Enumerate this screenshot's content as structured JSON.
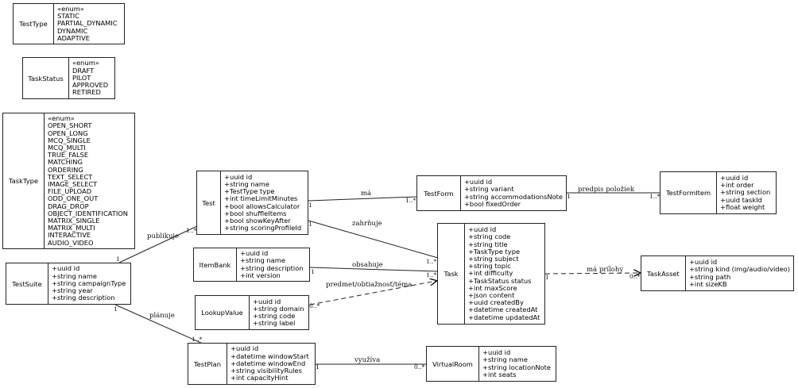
{
  "classes": {
    "TestType": {
      "name": "TestType",
      "attrs": [
        "«enum»",
        "STATIC",
        "PARTIAL_DYNAMIC",
        "DYNAMIC",
        "ADAPTIVE"
      ]
    },
    "TaskStatus": {
      "name": "TaskStatus",
      "attrs": [
        "«enum»",
        "DRAFT",
        "PILOT",
        "APPROVED",
        "RETIRED"
      ]
    },
    "TaskType": {
      "name": "TaskType",
      "attrs": [
        "«enum»",
        "OPEN_SHORT",
        "OPEN_LONG",
        "MCQ_SINGLE",
        "MCQ_MULTI",
        "TRUE_FALSE",
        "MATCHING",
        "ORDERING",
        "TEXT_SELECT",
        "IMAGE_SELECT",
        "FILE_UPLOAD",
        "ODD_ONE_OUT",
        "DRAG_DROP",
        "OBJECT_IDENTIFICATION",
        "MATRIX_SINGLE",
        "MATRIX_MULTI",
        "INTERACTIVE",
        "AUDIO_VIDEO"
      ]
    },
    "TestSuite": {
      "name": "TestSuite",
      "attrs": [
        "+uuid id",
        "+string name",
        "+string campaignType",
        "+string year",
        "+string description"
      ]
    },
    "Test": {
      "name": "Test",
      "attrs": [
        "+uuid id",
        "+string name",
        "+TestType type",
        "+int timeLimitMinutes",
        "+bool allowsCalculator",
        "+bool shuffleItems",
        "+bool showKeyAfter",
        "+string scoringProfileId"
      ]
    },
    "ItemBank": {
      "name": "ItemBank",
      "attrs": [
        "+uuid id",
        "+string name",
        "+string description",
        "+int version"
      ]
    },
    "LookupValue": {
      "name": "LookupValue",
      "attrs": [
        "+uuid id",
        "+string domain",
        "+string code",
        "+string label"
      ]
    },
    "TestPlan": {
      "name": "TestPlan",
      "attrs": [
        "+uuid id",
        "+datetime windowStart",
        "+datetime windowEnd",
        "+string visibilityRules",
        "+int capacityHint"
      ]
    },
    "VirtualRoom": {
      "name": "VirtualRoom",
      "attrs": [
        "+uuid id",
        "+string name",
        "+string locationNote",
        "+int seats"
      ]
    },
    "TestForm": {
      "name": "TestForm",
      "attrs": [
        "+uuid id",
        "+string variant",
        "+string accommodationsNote",
        "+bool fixedOrder"
      ]
    },
    "Task": {
      "name": "Task",
      "attrs": [
        "+uuid id",
        "+string code",
        "+string title",
        "+TaskType type",
        "+string subject",
        "+string topic",
        "+int difficulty",
        "+TaskStatus status",
        "+int maxScore",
        "+json content",
        "+uuid createdBy",
        "+datetime createdAt",
        "+datetime updatedAt"
      ]
    },
    "TestFormItem": {
      "name": "TestFormItem",
      "attrs": [
        "+uuid id",
        "+int order",
        "+string section",
        "+uuid taskId",
        "+float weight"
      ]
    },
    "TaskAsset": {
      "name": "TaskAsset",
      "attrs": [
        "+uuid id",
        "+string kind (img/audio/video)",
        "+string path",
        "+int sizeKB"
      ]
    }
  },
  "relations": [
    {
      "id": "publikuje",
      "from": "TestSuite",
      "to": "Test",
      "label": "publikuje",
      "from_mult": "1",
      "to_mult": "1..*",
      "style": "solid"
    },
    {
      "id": "planuje",
      "from": "TestSuite",
      "to": "TestPlan",
      "label": "plánuje",
      "from_mult": "1",
      "to_mult": "1..*",
      "style": "solid"
    },
    {
      "id": "ma",
      "from": "Test",
      "to": "TestForm",
      "label": "má",
      "from_mult": "1",
      "to_mult": "1..*",
      "style": "solid"
    },
    {
      "id": "zahrnuje",
      "from": "Test",
      "to": "Task",
      "label": "zahrňuje",
      "from_mult": "1",
      "to_mult": "1..*",
      "style": "solid"
    },
    {
      "id": "obsahuje",
      "from": "ItemBank",
      "to": "Task",
      "label": "obsahuje",
      "from_mult": "1",
      "to_mult": "1..*",
      "style": "solid"
    },
    {
      "id": "predmet",
      "from": "LookupValue",
      "to": "Task",
      "label": "predmet/obtiažnosť/téma",
      "from_mult": "0..*",
      "to_mult": "",
      "style": "dashed"
    },
    {
      "id": "predpis",
      "from": "TestForm",
      "to": "TestFormItem",
      "label": "predpis položiek",
      "from_mult": "1",
      "to_mult": "1..*",
      "style": "solid"
    },
    {
      "id": "prilohy",
      "from": "Task",
      "to": "TaskAsset",
      "label": "má prílohy",
      "from_mult": "1",
      "to_mult": "0..*",
      "style": "dashed"
    },
    {
      "id": "vyuziva",
      "from": "TestPlan",
      "to": "VirtualRoom",
      "label": "využíva",
      "from_mult": "1",
      "to_mult": "0..*",
      "style": "solid"
    }
  ]
}
